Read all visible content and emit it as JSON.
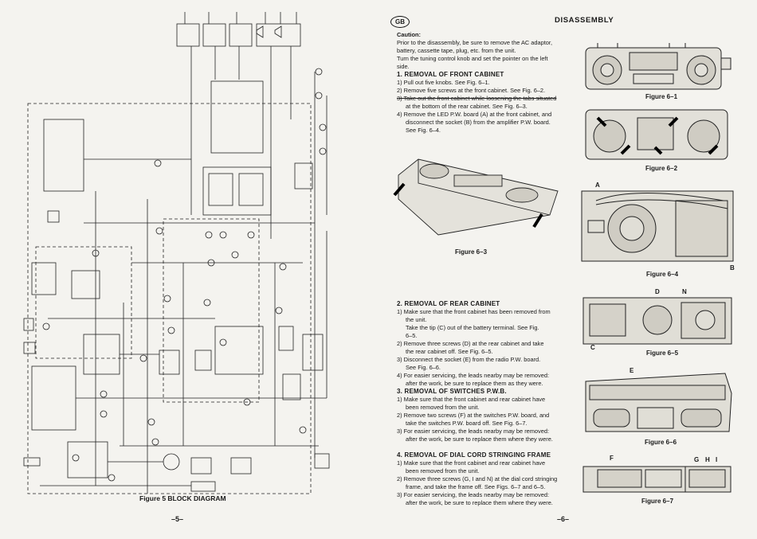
{
  "left_page": {
    "figure_caption": "Figure 5  BLOCK DIAGRAM",
    "page_number": "–5–"
  },
  "right_page": {
    "badge": "GB",
    "title": "DISASSEMBLY",
    "caution_label": "Caution:",
    "caution_lines": [
      "Prior to the disassembly, be sure to remove the AC adaptor,",
      "battery, cassette tape, plug, etc. from the unit.",
      "Turn the tuning control knob and set the pointer on the left",
      "side."
    ],
    "section1": {
      "heading": "1. REMOVAL OF FRONT CABINET",
      "steps": [
        "1) Pull out five knobs. See Fig. 6–1.",
        "2) Remove five screws at the front cabinet. See Fig. 6–2.",
        "3) Take out the front cabinet while loosening the tabs situated",
        "at the bottom of the rear cabinet. See Fig. 6–3.",
        "4) Remove the LED P.W. board (A) at the front cabinet, and",
        "disconnect the socket (B) from the amplifier P.W. board.",
        "See Fig. 6–4."
      ]
    },
    "section2": {
      "heading": "2. REMOVAL OF REAR CABINET",
      "steps": [
        "1) Make sure that the front cabinet has been removed from",
        "the unit.",
        "Take the tip (C) out of the battery terminal. See Fig.",
        "6–5.",
        "2) Remove three screws (D) at the rear cabinet and take",
        "the rear cabinet off. See Fig. 6–5.",
        "3) Disconnect the socket (E) from the radio P.W. board.",
        "See Fig. 6–6.",
        "4) For easier servicing, the leads nearby may be removed:",
        "after the work, be sure to replace them as they were."
      ]
    },
    "section3": {
      "heading": "3. REMOVAL OF SWITCHES P.W.B.",
      "steps": [
        "1) Make sure that the front cabinet and rear cabinet have",
        "been removed from the unit.",
        "2) Remove two screws (F) at the switches P.W. board, and",
        "take the switches P.W. board off. See Fig. 6–7.",
        "3) For easier servicing, the leads nearby may be removed:",
        "after the work, be sure to replace them where they were."
      ]
    },
    "section4": {
      "heading": "4. REMOVAL OF DIAL CORD STRINGING FRAME",
      "steps": [
        "1) Make sure that the front cabinet and rear cabinet have",
        "been removed from the unit.",
        "2) Remove three screws (G, I and N) at the dial cord stringing",
        "frame, and take the frame off. See Figs. 6–7 and 6–5.",
        "3) For easier servicing, the leads nearby may be removed:",
        "after the work, be sure to replace them where they were."
      ]
    },
    "figures": {
      "fig6_1": "Figure 6–1",
      "fig6_2": "Figure 6–2",
      "fig6_3": "Figure 6–3",
      "fig6_4": "Figure 6–4",
      "fig6_5": "Figure 6–5",
      "fig6_6": "Figure 6–6",
      "fig6_7": "Figure 6–7"
    },
    "photo_labels": {
      "A": "A",
      "B": "B",
      "C": "C",
      "D": "D",
      "N": "N",
      "E": "E",
      "F": "F",
      "G": "G",
      "H": "H",
      "I": "I"
    },
    "page_number": "–6–"
  }
}
